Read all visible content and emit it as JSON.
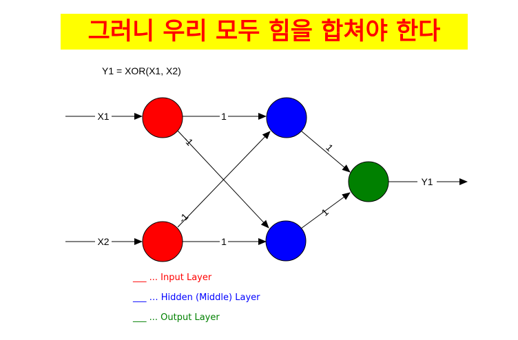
{
  "headline": "그러니 우리 모두 힘을 합쳐야 한다",
  "diagram": {
    "formula": "Y1 = XOR(X1, X2)",
    "input_labels": [
      "X1",
      "X2"
    ],
    "output_label": "Y1",
    "weights": {
      "x1_to_h1": "1",
      "x1_to_h2": "-1",
      "x2_to_h1": "-1",
      "x2_to_h2": "1",
      "h1_to_out": "1",
      "h2_to_out": "1"
    },
    "colors": {
      "input": "#ff0000",
      "hidden": "#0000ff",
      "output": "#008000"
    }
  },
  "legend": {
    "input": "___ ... Input Layer",
    "hidden": "___ … Hidden (Middle) Layer",
    "output": "___ ... Output Layer"
  }
}
